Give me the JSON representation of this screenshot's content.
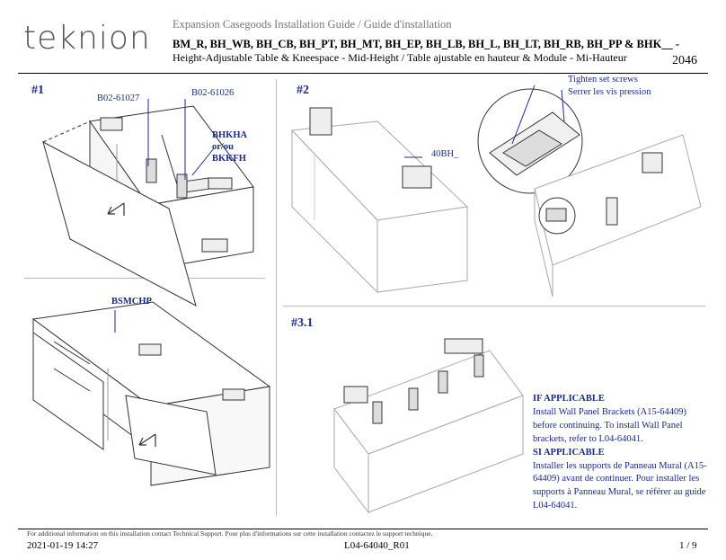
{
  "header": {
    "logo": "teknion",
    "guide_title": "Expansion Casegoods  Installation Guide / Guide d'installation",
    "models": "BM_R, BH_WB, BH_CB, BH_PT, BH_MT, BH_EP, BH_LB, BH_L, BH_LT, BH_RB, BH_PP & BHK__ -",
    "subtitle": "Height-Adjustable Table & Kneespace - Mid-Height / Table ajustable en hauteur & Module - Mi-Hauteur",
    "page_code": "2046"
  },
  "step1": {
    "label": "#1",
    "part_a": "B02-61027",
    "part_b": "B02-61026",
    "kit_line1": "BHKHA",
    "kit_line2": "or/ou",
    "kit_line3": "BKKFH",
    "part_c": "BSMCHP"
  },
  "step2": {
    "label": "#2",
    "part": "40BH_",
    "callout_en": "Tighten set screws",
    "callout_fr": "Serrer les vis pression"
  },
  "step3": {
    "label": "#3.1",
    "note_head_en": "IF APPLICABLE",
    "note_body_en": "Install Wall Panel Brackets (A15-64409) before continuing. To install Wall Panel brackets, refer to L04-64041.",
    "note_head_fr": "SI APPLICABLE",
    "note_body_fr": "Installer les supports de Panneau Mural (A15-64409) avant de continuer. Pour installer les supports à Panneau Mural, se référer au guide L04-64041."
  },
  "footer": {
    "info": "For additional information on this installation contact Technical Support.   Pour plus d'informations sur cette installation contactez le support technique.",
    "date": "2021-01-19 14:27",
    "doc_number": "L04-64040_R01",
    "page": "1 / 9"
  }
}
